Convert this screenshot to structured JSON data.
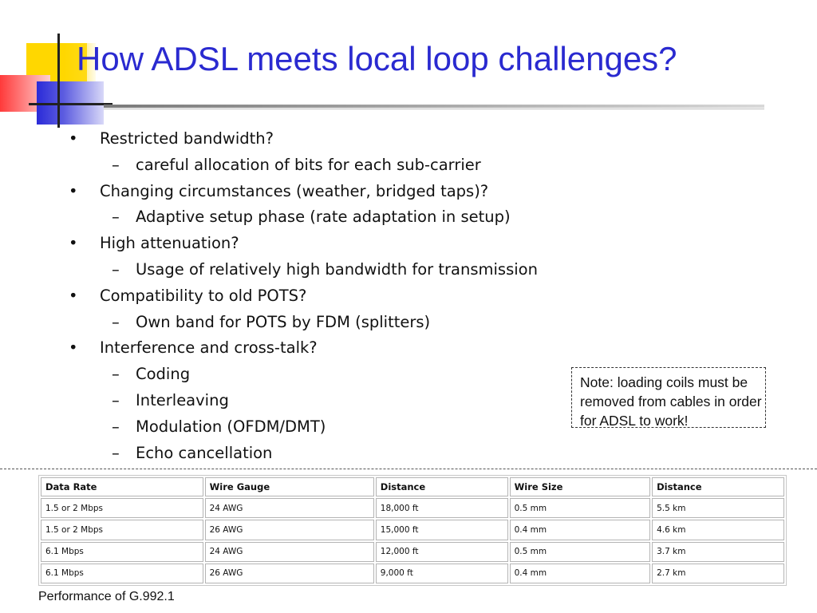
{
  "slide": {
    "title": "How ADSL meets local loop challenges?",
    "bullets": [
      {
        "level": 1,
        "marker": "•",
        "text": "Restricted bandwidth?"
      },
      {
        "level": 2,
        "marker": "–",
        "text": "careful allocation of bits for each sub-carrier"
      },
      {
        "level": 1,
        "marker": "•",
        "text": "Changing circumstances (weather, bridged taps)?"
      },
      {
        "level": 2,
        "marker": "–",
        "text": "Adaptive setup phase (rate adaptation in setup)"
      },
      {
        "level": 1,
        "marker": "•",
        "text": "High attenuation?"
      },
      {
        "level": 2,
        "marker": "–",
        "text": "Usage of relatively high bandwidth for transmission"
      },
      {
        "level": 1,
        "marker": "•",
        "text": "Compatibility to old POTS?"
      },
      {
        "level": 2,
        "marker": "–",
        "text": "Own band for POTS by FDM (splitters)"
      },
      {
        "level": 1,
        "marker": "•",
        "text": "Interference and cross-talk?"
      },
      {
        "level": 2,
        "marker": "–",
        "text": "Coding"
      },
      {
        "level": 2,
        "marker": "–",
        "text": "Interleaving"
      },
      {
        "level": 2,
        "marker": "–",
        "text": "Modulation (OFDM/DMT)"
      },
      {
        "level": 2,
        "marker": "–",
        "text": "Echo cancellation"
      }
    ],
    "note": "Note: loading coils must be removed from cables in order for ADSL to work!",
    "caption": "Performance of G.992.1"
  },
  "table": {
    "headers": [
      "Data Rate",
      "Wire Gauge",
      "Distance",
      "Wire Size",
      "Distance"
    ],
    "rows": [
      [
        "1.5 or 2 Mbps",
        "24 AWG",
        "18,000 ft",
        "0.5 mm",
        "5.5 km"
      ],
      [
        "1.5 or 2 Mbps",
        "26 AWG",
        "15,000 ft",
        "0.4 mm",
        "4.6 km"
      ],
      [
        "6.1 Mbps",
        "24 AWG",
        "12,000 ft",
        "0.5 mm",
        "3.7 km"
      ],
      [
        "6.1 Mbps",
        "26 AWG",
        "9,000 ft",
        "0.4 mm",
        "2.7 km"
      ]
    ]
  },
  "colors": {
    "title": "#2a2ad0",
    "logo_yellow": "#ffd700",
    "logo_red": "#ff3a3a",
    "logo_blue": "#2b2bd8"
  }
}
